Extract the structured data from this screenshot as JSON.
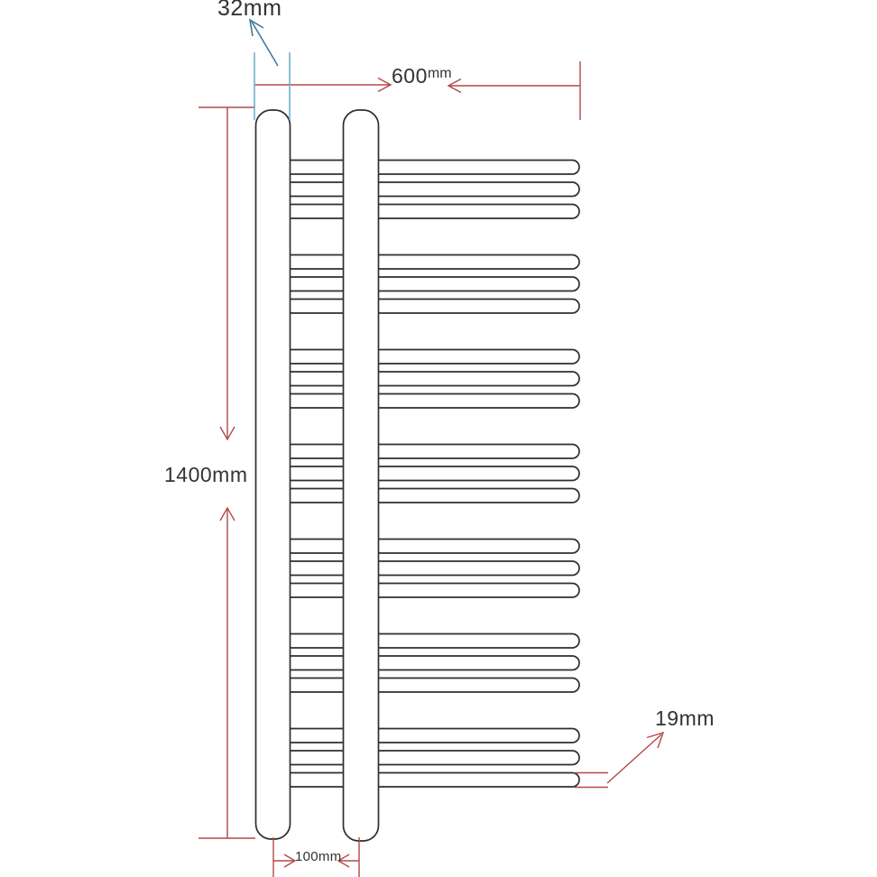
{
  "diagram": {
    "type": "technical-dimension-drawing",
    "subject": "ladder towel rail radiator, side-profile with dimension callouts"
  },
  "labels": {
    "tube_diameter": {
      "value": "32",
      "unit": "mm",
      "text": "32mm"
    },
    "width": {
      "value": "600",
      "unit": "mm",
      "text": "600mm"
    },
    "height": {
      "value": "1400",
      "unit": "mm",
      "text": "1400mm"
    },
    "rung_diameter": {
      "value": "19",
      "unit": "mm",
      "text": "19mm"
    },
    "tube_spacing": {
      "value": "100",
      "unit": "mm",
      "text": "100mm"
    }
  },
  "structure": {
    "rung_groups": 7,
    "rungs_per_group": 3,
    "vertical_tubes": 2
  },
  "colors": {
    "dimension_red": "#b34848",
    "extension_blue": "#6fb1c9",
    "arrow_blue": "#42799b",
    "drawing_black": "#2e2e2e",
    "text": "#333333",
    "background": "#ffffff"
  }
}
